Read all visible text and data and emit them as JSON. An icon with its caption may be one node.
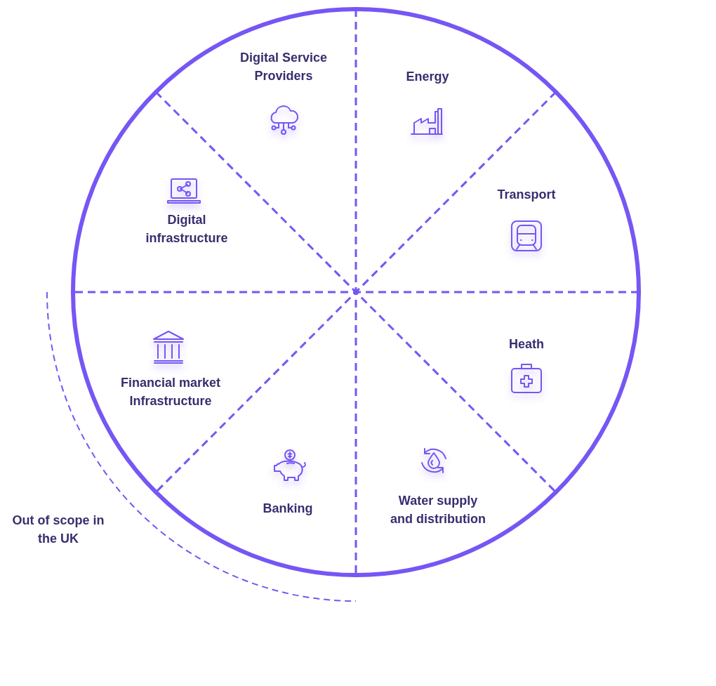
{
  "diagram": {
    "labels": [
      "Digital Service Providers",
      "Energy",
      "Transport",
      "Digital infrastructure",
      "Heath",
      "Financial market Infrastructure",
      "Banking",
      "Water supply and distribution",
      "Out of scope in the UK"
    ]
  }
}
